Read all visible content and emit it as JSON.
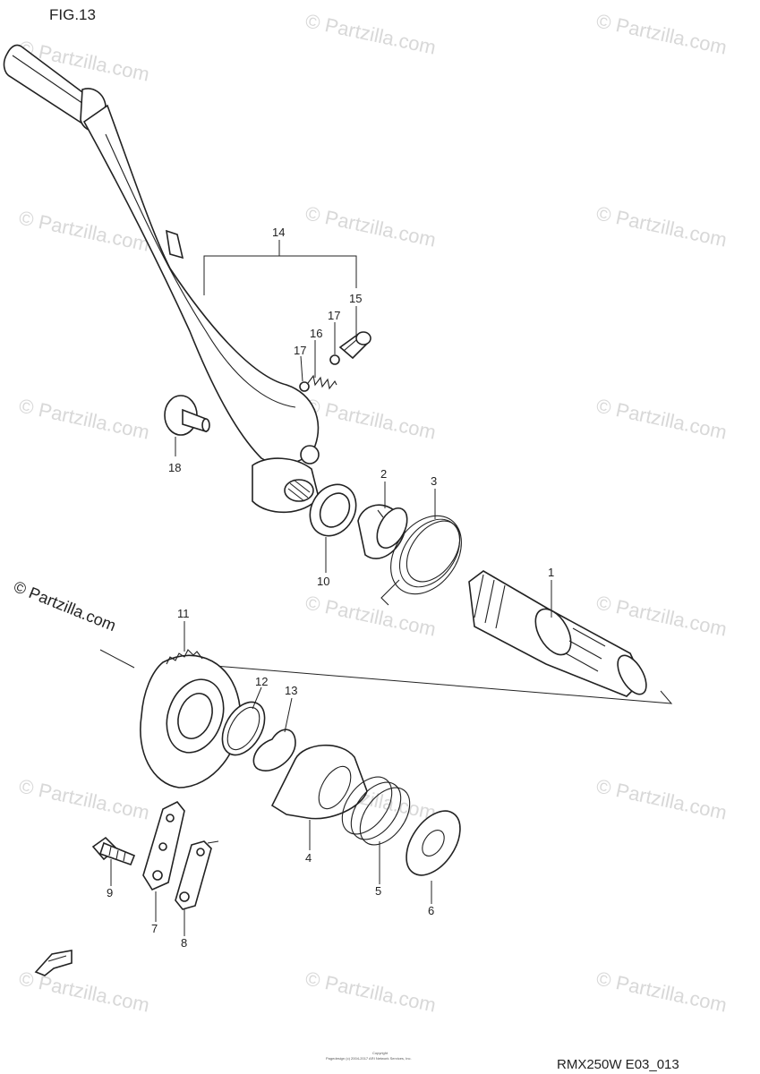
{
  "figure": {
    "title": "FIG.13",
    "code": "RMX250W E03_013",
    "copyright_line1": "Copyright",
    "copyright_line2": "Pagedesign (c) 2004-2017 ARI Network Services, Inc."
  },
  "watermark": {
    "text": "© Partzilla.com",
    "side_text": "© Partzilla.com"
  },
  "callouts": {
    "c1": "1",
    "c2": "2",
    "c3": "3",
    "c4": "4",
    "c5": "5",
    "c6": "6",
    "c7": "7",
    "c8": "8",
    "c9": "9",
    "c10": "10",
    "c11": "11",
    "c12": "12",
    "c13": "13",
    "c14": "14",
    "c15": "15",
    "c16": "16",
    "c17a": "17",
    "c17b": "17",
    "c18": "18"
  },
  "icons": {
    "front_arrow": "front-arrow-icon"
  }
}
